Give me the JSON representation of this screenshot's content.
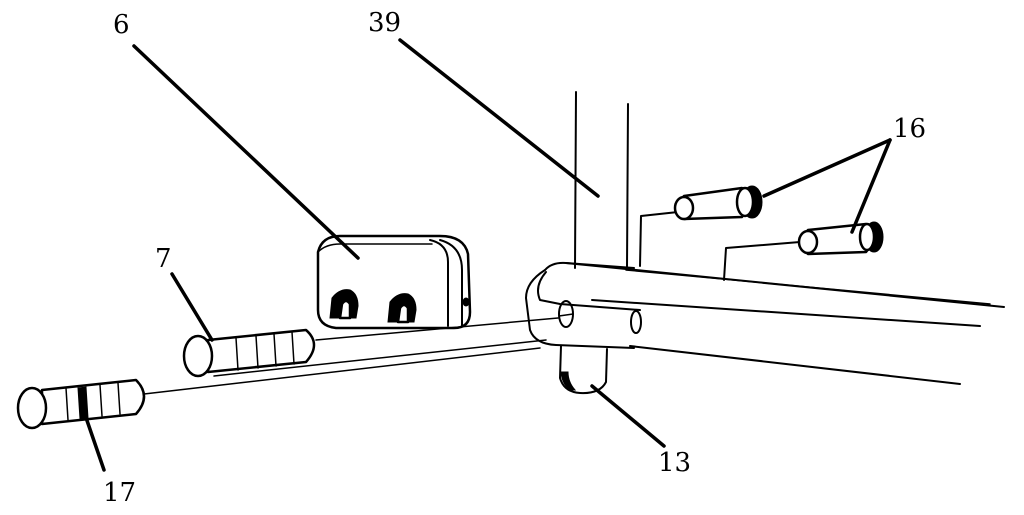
{
  "labels": {
    "part_6": "6",
    "part_39": "39",
    "part_16": "16",
    "part_7": "7",
    "part_17": "17",
    "part_13": "13"
  }
}
